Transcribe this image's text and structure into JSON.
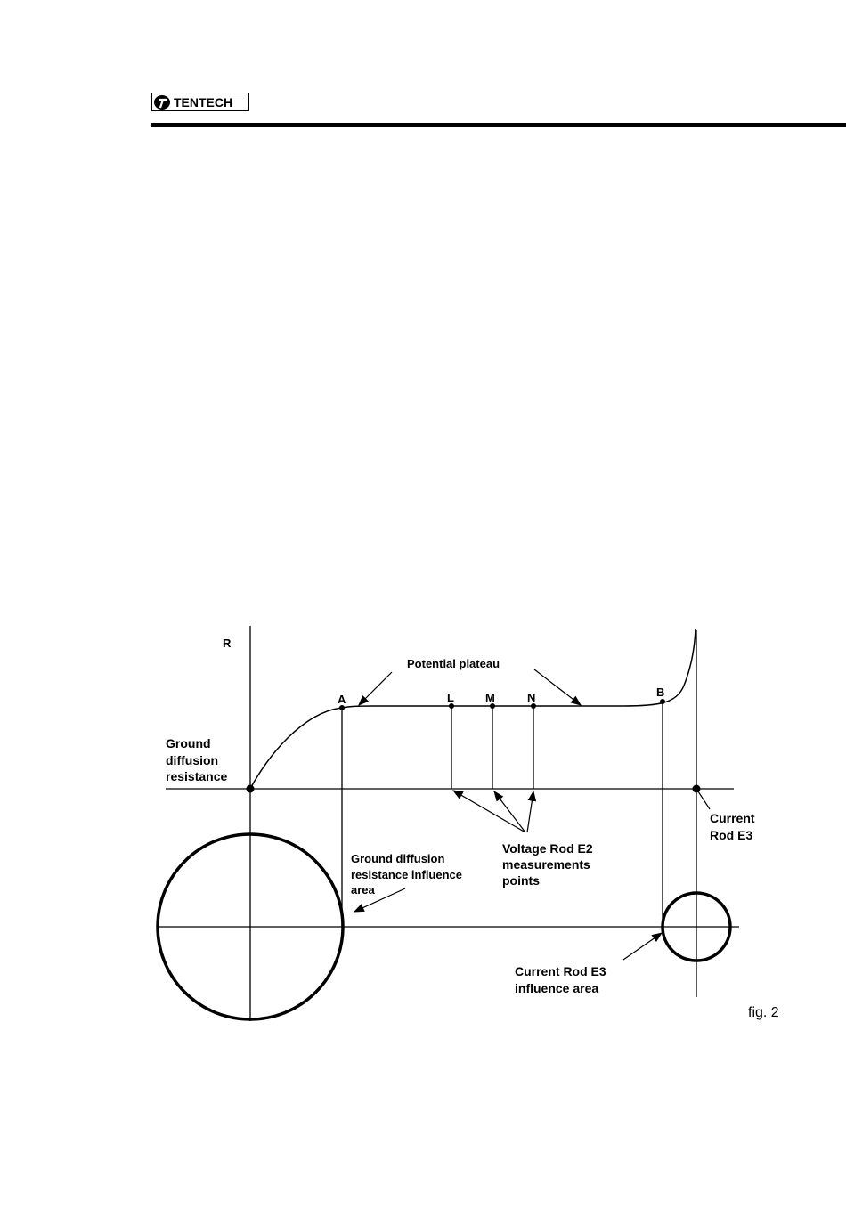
{
  "header": {
    "logo_text": "TENTECH"
  },
  "diagram": {
    "axis_label": "R",
    "plateau_label": "Potential plateau",
    "points": {
      "a": "A",
      "l": "L",
      "m": "M",
      "n": "N",
      "b": "B"
    },
    "ground_resistance": [
      "Ground",
      "diffusion",
      "resistance"
    ],
    "current_rod": [
      "Current",
      "Rod E3"
    ],
    "voltage_rod": [
      "Voltage Rod E2",
      "measurements",
      "points"
    ],
    "influence_area": [
      "Ground diffusion",
      "resistance influence",
      "area"
    ],
    "current_influence": [
      "Current Rod E3",
      "influence area"
    ],
    "figure_label": "fig. 2"
  }
}
